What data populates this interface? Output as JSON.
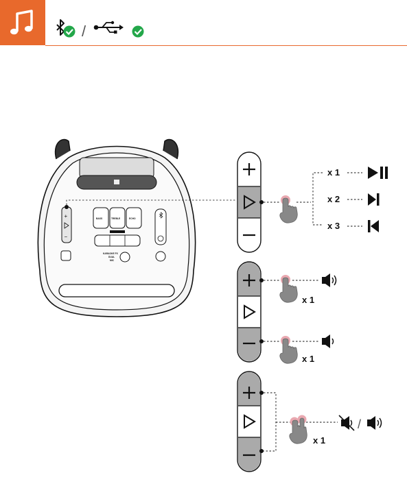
{
  "header": {
    "accent_color": "#e8692c",
    "music_icon": "music-note-icon",
    "sources": [
      "bluetooth-icon",
      "usb-icon"
    ],
    "check_color": "#23a74a",
    "separator": "/"
  },
  "speaker": {
    "buttons": [
      "BASS",
      "TREBLE",
      "ECHO"
    ],
    "mode_labels": [
      "KARAOKE FX",
      "DUAL",
      "MIC"
    ]
  },
  "panel1": {
    "title": "Play/Pause/Skip",
    "counts": [
      "x 1",
      "x 2",
      "x 3"
    ],
    "result_icons": [
      "play-pause-icon",
      "next-track-icon",
      "previous-track-icon"
    ]
  },
  "panel2": {
    "counts": [
      "x 1",
      "x 1"
    ],
    "result_icons": [
      "volume-up-icon",
      "volume-down-icon"
    ]
  },
  "panel3": {
    "count": "x 1",
    "separator": "/",
    "result_icons": [
      "mute-icon",
      "unmute-icon"
    ]
  }
}
